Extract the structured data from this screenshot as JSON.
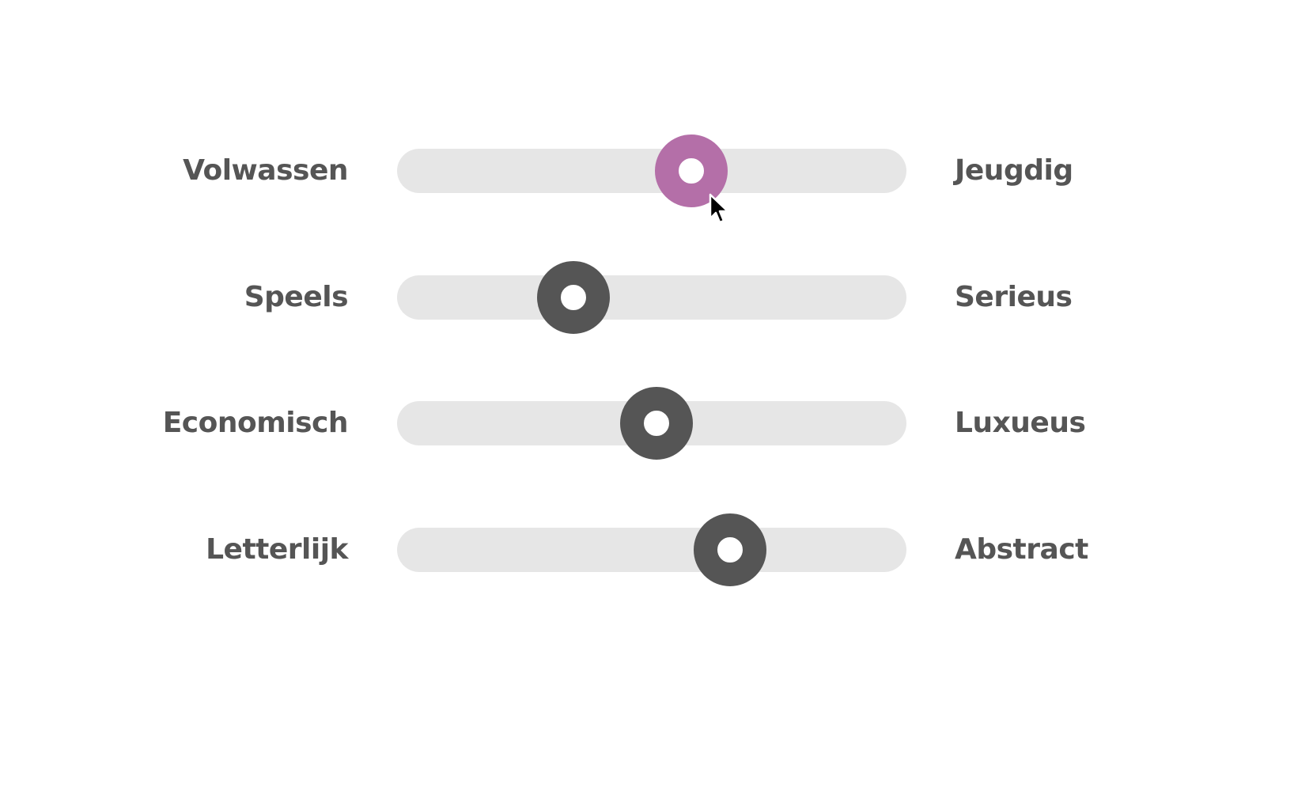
{
  "colors": {
    "active_thumb": "#b46fa8",
    "thumb": "#555555",
    "track": "#e6e6e6",
    "label": "#555555"
  },
  "sliders": [
    {
      "left_label": "Volwassen",
      "right_label": "Jeugdig",
      "value": 0.59,
      "active": true
    },
    {
      "left_label": "Speels",
      "right_label": "Serieus",
      "value": 0.32,
      "active": false
    },
    {
      "left_label": "Economisch",
      "right_label": "Luxueus",
      "value": 0.51,
      "active": false
    },
    {
      "left_label": "Letterlijk",
      "right_label": "Abstract",
      "value": 0.68,
      "active": false
    }
  ],
  "cursor": {
    "icon": "arrow-cursor-icon"
  }
}
